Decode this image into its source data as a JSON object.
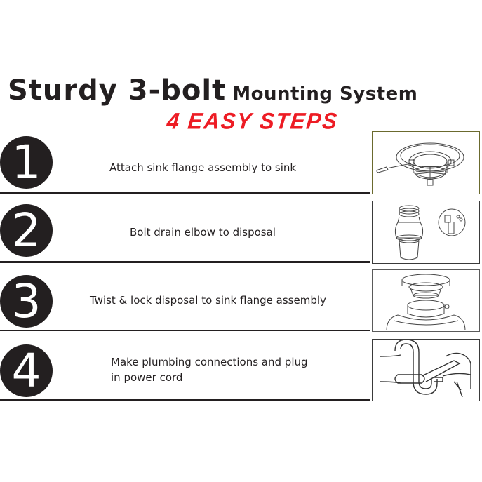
{
  "heading": {
    "main": "Sturdy 3-bolt",
    "secondary": "Mounting System",
    "subtitle": "4 EASY STEPS",
    "subtitle_color": "#ed1c24",
    "text_color": "#231f20"
  },
  "steps": [
    {
      "number": "1",
      "text": "Attach sink flange assembly to sink",
      "image_icon": "sink-flange-screwdriver-illustration",
      "image_border_color": "#6b6a2e"
    },
    {
      "number": "2",
      "text": "Bolt drain elbow to disposal",
      "image_icon": "disposal-unit-elbow-illustration",
      "image_border_color": "#3a3a3a"
    },
    {
      "number": "3",
      "text": "Twist & lock disposal to sink flange assembly",
      "image_icon": "twist-lock-mount-illustration",
      "image_border_color": "#3a3a3a"
    },
    {
      "number": "4",
      "text_line1": "Make plumbing connections and plug",
      "text_line2": "in power cord",
      "image_icon": "p-trap-wrench-illustration",
      "image_border_color": "#3a3a3a"
    }
  ]
}
